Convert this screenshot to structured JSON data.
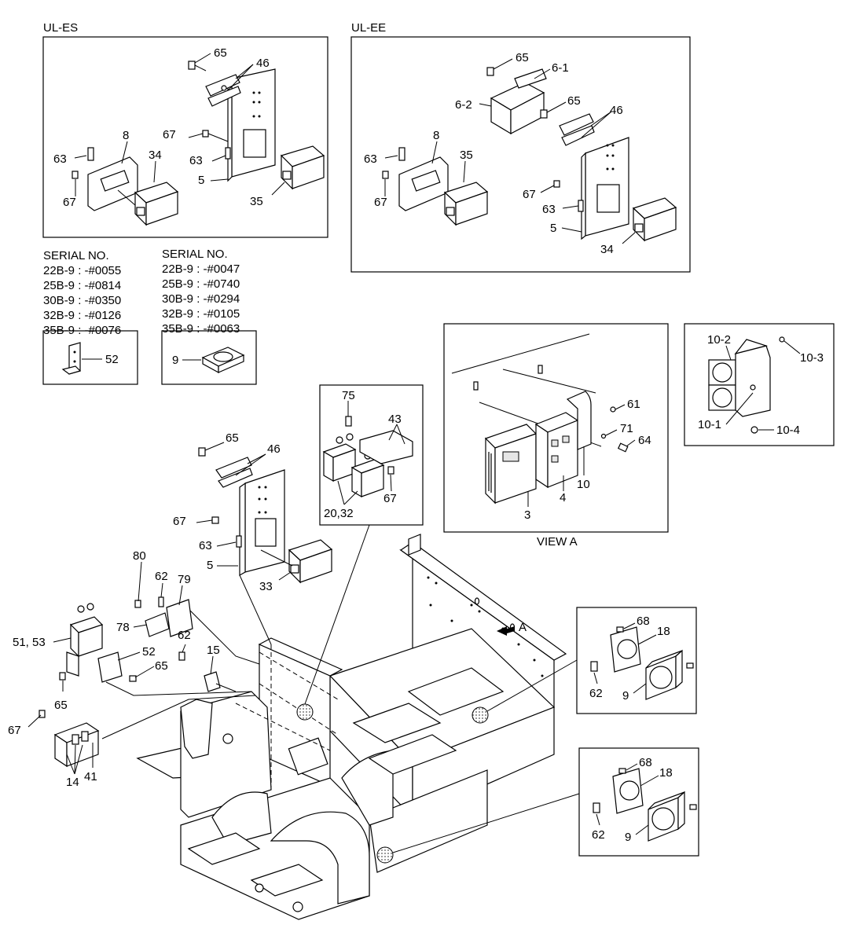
{
  "panels": {
    "ul_es": {
      "title": "UL-ES"
    },
    "ul_ee": {
      "title": "UL-EE"
    },
    "view_a": {
      "caption": "VIEW A"
    }
  },
  "serial_left": [
    "SERIAL NO.",
    "22B-9 : -#0055",
    "25B-9 : -#0814",
    "30B-9 : -#0350",
    "32B-9 : -#0126",
    "35B-9 : -#0076"
  ],
  "serial_right": [
    "SERIAL NO.",
    "22B-9 : -#0047",
    "25B-9 : -#0740",
    "30B-9 : -#0294",
    "32B-9 : -#0105",
    "35B-9 : -#0063"
  ],
  "arrow_a": "A",
  "labels": {
    "es_65": "65",
    "es_46": "46",
    "es_8": "8",
    "es_34": "34",
    "es_63a": "63",
    "es_67a": "67",
    "es_67b": "67",
    "es_63b": "63",
    "es_5": "5",
    "es_35": "35",
    "ee_65a": "65",
    "ee_6_1": "6-1",
    "ee_6_2": "6-2",
    "ee_65b": "65",
    "ee_46": "46",
    "ee_8": "8",
    "ee_35": "35",
    "ee_63a": "63",
    "ee_67a": "67",
    "ee_67b": "67",
    "ee_63b": "63",
    "ee_5": "5",
    "ee_34": "34",
    "box52": "52",
    "box9": "9",
    "va_61": "61",
    "va_71": "71",
    "va_64": "64",
    "va_10": "10",
    "va_4": "4",
    "va_3": "3",
    "f10_2": "10-2",
    "f10_3": "10-3",
    "f10_1": "10-1",
    "f10_4": "10-4",
    "c75": "75",
    "c43": "43",
    "c67": "67",
    "c20_32": "20,32",
    "m65": "65",
    "m46": "46",
    "m67": "67",
    "m63": "63",
    "m5": "5",
    "m33": "33",
    "m80": "80",
    "m62a": "62",
    "m79": "79",
    "m78": "78",
    "m51_53": "51, 53",
    "m52": "52",
    "m65b": "65",
    "m65c": "65",
    "m62b": "62",
    "m15": "15",
    "m67b": "67",
    "m14": "14",
    "m41": "41",
    "r1_68": "68",
    "r1_18": "18",
    "r1_62": "62",
    "r1_9": "9",
    "r2_68": "68",
    "r2_18": "18",
    "r2_62": "62",
    "r2_9": "9"
  }
}
